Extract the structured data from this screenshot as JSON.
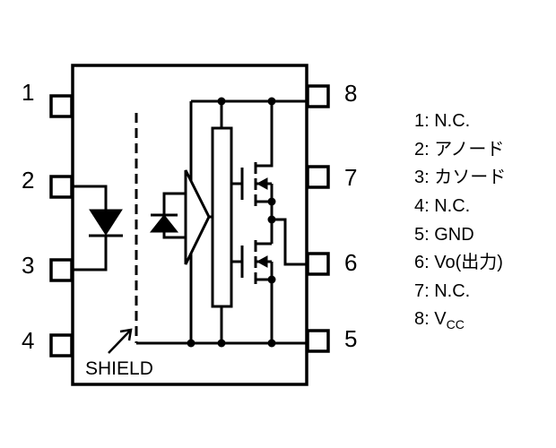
{
  "colors": {
    "line": "#000000",
    "background": "#ffffff"
  },
  "package": {
    "left_pins": [
      {
        "number": "1"
      },
      {
        "number": "2"
      },
      {
        "number": "3"
      },
      {
        "number": "4"
      }
    ],
    "right_pins": [
      {
        "number": "8"
      },
      {
        "number": "7"
      },
      {
        "number": "6"
      },
      {
        "number": "5"
      }
    ]
  },
  "shield_label": "SHIELD",
  "pin_legend": [
    {
      "text": "1: N.C."
    },
    {
      "text": "2: アノード"
    },
    {
      "text": "3: カソード"
    },
    {
      "text": "4: N.C."
    },
    {
      "text": "5: GND"
    },
    {
      "text": "6: Vo(出力)"
    },
    {
      "text": "7: N.C."
    },
    {
      "text": "8: V",
      "subscript": "CC"
    }
  ]
}
